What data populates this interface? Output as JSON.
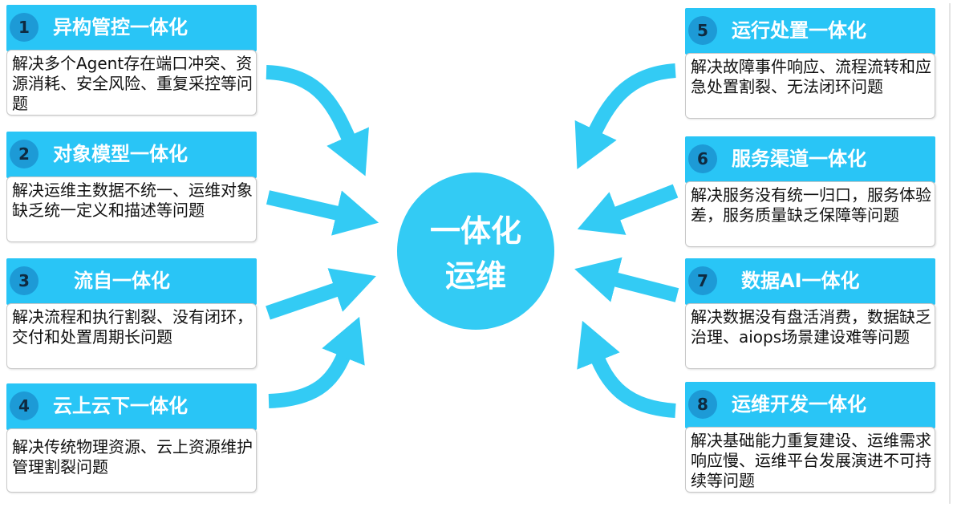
{
  "center": {
    "line1": "一体化",
    "line2": "运维"
  },
  "items": [
    {
      "num": "1",
      "title": "异构管控一体化",
      "desc": "解决多个Agent存在端口冲突、资源消耗、安全风险、重复采控等问题"
    },
    {
      "num": "2",
      "title": "对象模型一体化",
      "desc": "解决运维主数据不统一、运维对象缺乏统一定义和描述等问题"
    },
    {
      "num": "3",
      "title": "流自一体化",
      "desc": "解决流程和执行割裂、没有闭环，交付和处置周期长问题"
    },
    {
      "num": "4",
      "title": "云上云下一体化",
      "desc": "解决传统物理资源、云上资源维护管理割裂问题"
    },
    {
      "num": "5",
      "title": "运行处置一体化",
      "desc": "解决故障事件响应、流程流转和应急处置割裂、无法闭环问题"
    },
    {
      "num": "6",
      "title": "服务渠道一体化",
      "desc": "解决服务没有统一归口，服务体验差，服务质量缺乏保障等问题"
    },
    {
      "num": "7",
      "title": "数据AI一体化",
      "desc": "解决数据没有盘活消费，数据缺乏治理、aiops场景建设难等问题"
    },
    {
      "num": "8",
      "title": "运维开发一体化",
      "desc": "解决基础能力重复建设、运维需求响应慢、运维平台发展演进不可持续等问题"
    }
  ],
  "colors": {
    "header": "#29c5f6",
    "badge": "#1d9ad6",
    "arrow": "#33cbf4",
    "center": "#33cbf4"
  }
}
